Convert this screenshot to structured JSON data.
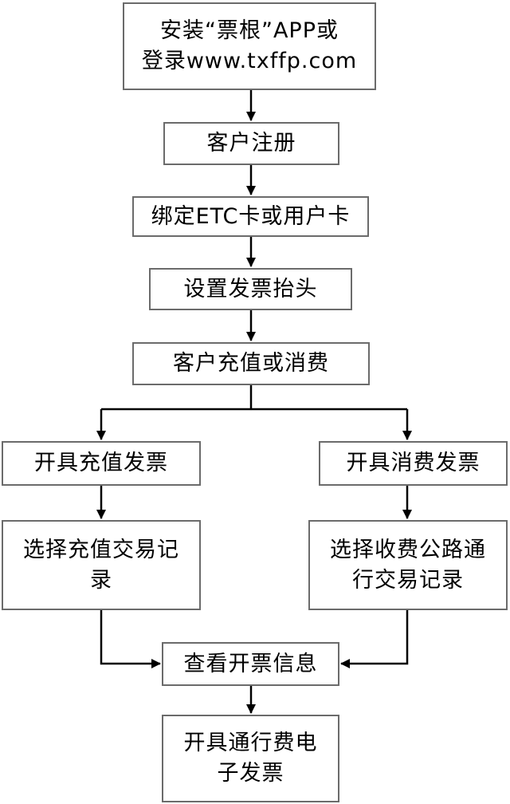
{
  "diagram": {
    "nodes": [
      {
        "id": "n1",
        "text": "安装“票根”APP或\n登录www.txffp.com"
      },
      {
        "id": "n2",
        "text": "客户注册"
      },
      {
        "id": "n3",
        "text": "绑定ETC卡或用户卡"
      },
      {
        "id": "n4",
        "text": "设置发票抬头"
      },
      {
        "id": "n5",
        "text": "客户充值或消费"
      },
      {
        "id": "n6",
        "text": "开具充值发票"
      },
      {
        "id": "n7",
        "text": "开具消费发票"
      },
      {
        "id": "n8",
        "text": "选择充值交易记\n录"
      },
      {
        "id": "n9",
        "text": "选择收费公路通\n行交易记录"
      },
      {
        "id": "n10",
        "text": "查看开票信息"
      },
      {
        "id": "n11",
        "text": "开具通行费电\n子发票"
      }
    ],
    "edges": [
      {
        "from": "n1",
        "to": "n2"
      },
      {
        "from": "n2",
        "to": "n3"
      },
      {
        "from": "n3",
        "to": "n4"
      },
      {
        "from": "n4",
        "to": "n5"
      },
      {
        "from": "n5",
        "to": "n6"
      },
      {
        "from": "n5",
        "to": "n7"
      },
      {
        "from": "n6",
        "to": "n8"
      },
      {
        "from": "n7",
        "to": "n9"
      },
      {
        "from": "n8",
        "to": "n10"
      },
      {
        "from": "n9",
        "to": "n10"
      },
      {
        "from": "n10",
        "to": "n11"
      }
    ]
  }
}
